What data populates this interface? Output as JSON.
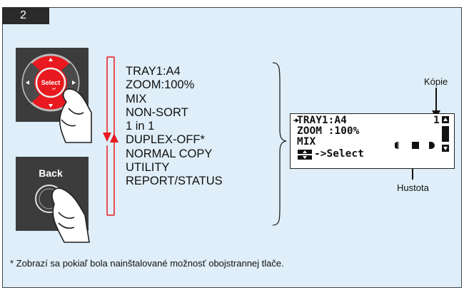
{
  "step_number": "2",
  "select_button_label": "Select",
  "back_button_label": "Back",
  "menu_items": [
    "TRAY1:A4",
    "ZOOM:100%",
    "MIX",
    "NON-SORT",
    "1 in 1",
    "DUPLEX-OFF*",
    "NORMAL COPY",
    "UTILITY",
    "REPORT/STATUS"
  ],
  "lcd": {
    "line1": "TRAY1:A4",
    "line2": "ZOOM :100%",
    "line3": "MIX",
    "line4": "->Select",
    "copies_value": "1"
  },
  "callouts": {
    "copies": "Kópie",
    "density": "Hustota"
  },
  "footnote": "* Zobrazí sa pokiaľ bola nainštalované možnosť obojstrannej tlače.",
  "colors": {
    "accent_red": "#e8191f",
    "panel_bg": "#dfeef8",
    "button_dark": "#3c3c3c"
  }
}
